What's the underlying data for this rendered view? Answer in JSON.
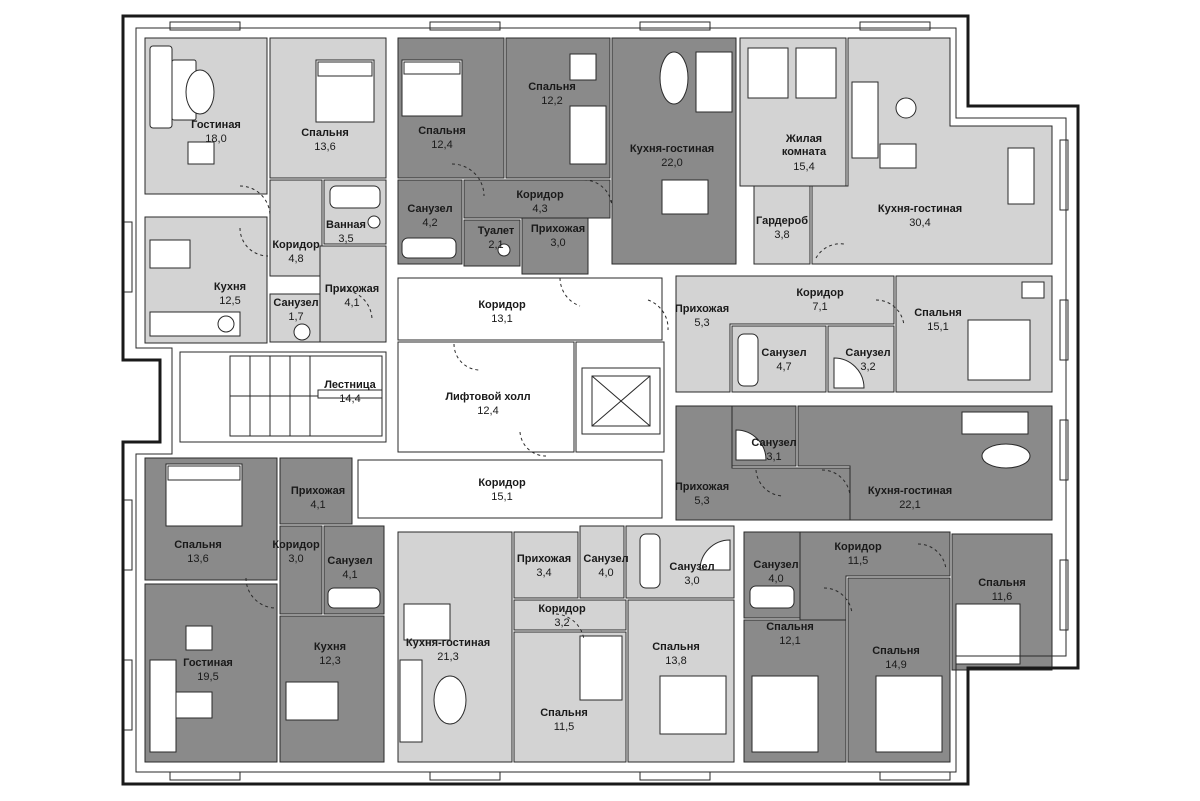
{
  "rooms": {
    "r01": {
      "name": "Гостиная",
      "area": "18,0"
    },
    "r02": {
      "name": "Спальня",
      "area": "13,6"
    },
    "r03": {
      "name": "Ванная",
      "area": "3,5"
    },
    "r04": {
      "name": "Коридор",
      "area": "4,8"
    },
    "r05": {
      "name": "Кухня",
      "area": "12,5"
    },
    "r06": {
      "name": "Прихожая",
      "area": "4,1"
    },
    "r07": {
      "name": "Санузел",
      "area": "1,7"
    },
    "r08": {
      "name": "Спальня",
      "area": "12,4"
    },
    "r09": {
      "name": "Санузел",
      "area": "4,2"
    },
    "r10": {
      "name": "Спальня",
      "area": "12,2"
    },
    "r11": {
      "name": "Коридор",
      "area": "4,3"
    },
    "r12": {
      "name": "Туалет",
      "area": "2,1"
    },
    "r13": {
      "name": "Прихожая",
      "area": "3,0"
    },
    "r14": {
      "name": "Кухня-гостиная",
      "area": "22,0"
    },
    "r15": {
      "name": "Жилая комната",
      "area": "15,4"
    },
    "r16": {
      "name": "Гардероб",
      "area": "3,8"
    },
    "r17": {
      "name": "Кухня-гостиная",
      "area": "30,4"
    },
    "r18": {
      "name": "Коридор",
      "area": "13,1"
    },
    "r19": {
      "name": "Прихожая",
      "area": "5,3"
    },
    "r20": {
      "name": "Коридор",
      "area": "7,1"
    },
    "r21": {
      "name": "Спальня",
      "area": "15,1"
    },
    "r22": {
      "name": "Санузел",
      "area": "4,7"
    },
    "r23": {
      "name": "Санузел",
      "area": "3,2"
    },
    "r24": {
      "name": "Лестница",
      "area": "14,4"
    },
    "r25": {
      "name": "Лифтовой холл",
      "area": "12,4"
    },
    "r26": {
      "name": "Санузел",
      "area": "3,1"
    },
    "r27": {
      "name": "Коридор",
      "area": "15,1"
    },
    "r28": {
      "name": "Прихожая",
      "area": "5,3"
    },
    "r29": {
      "name": "Кухня-гостиная",
      "area": "22,1"
    },
    "r30": {
      "name": "Прихожая",
      "area": "4,1"
    },
    "r31": {
      "name": "Спальня",
      "area": "13,6"
    },
    "r32": {
      "name": "Коридор",
      "area": "3,0"
    },
    "r33": {
      "name": "Санузел",
      "area": "4,1"
    },
    "r34": {
      "name": "Прихожая",
      "area": "3,4"
    },
    "r35": {
      "name": "Санузел",
      "area": "4,0"
    },
    "r36": {
      "name": "Санузел",
      "area": "3,0"
    },
    "r37": {
      "name": "Коридор",
      "area": "3,2"
    },
    "r38": {
      "name": "Санузел",
      "area": "4,0"
    },
    "r39": {
      "name": "Коридор",
      "area": "11,5"
    },
    "r40": {
      "name": "Спальня",
      "area": "11,6"
    },
    "r41": {
      "name": "Гостиная",
      "area": "19,5"
    },
    "r42": {
      "name": "Кухня",
      "area": "12,3"
    },
    "r43": {
      "name": "Кухня-гостиная",
      "area": "21,3"
    },
    "r44": {
      "name": "Спальня",
      "area": "13,8"
    },
    "r45": {
      "name": "Спальня",
      "area": "11,5"
    },
    "r46": {
      "name": "Спальня",
      "area": "12,1"
    },
    "r47": {
      "name": "Спальня",
      "area": "14,9"
    }
  },
  "colors": {
    "light": "#d3d3d3",
    "mid": "#9d9d9d",
    "dark": "#8a8a8a",
    "wall": "#1a1a1a",
    "background": "#ffffff"
  }
}
